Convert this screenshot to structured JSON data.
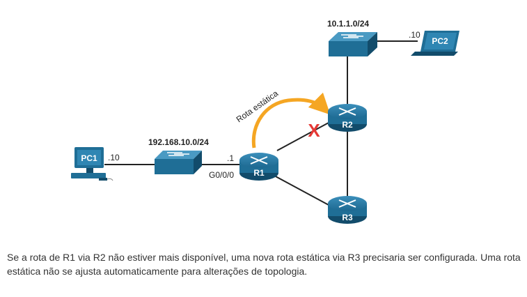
{
  "networks": {
    "lan_left": "192.168.10.0/24",
    "lan_top": "10.1.1.0/24"
  },
  "devices": {
    "pc1": {
      "label": "PC1",
      "host": ".10"
    },
    "pc2": {
      "label": "PC2",
      "host": ".10"
    },
    "r1": {
      "label": "R1",
      "address": ".1",
      "interface": "G0/0/0"
    },
    "r2": {
      "label": "R2"
    },
    "r3": {
      "label": "R3"
    }
  },
  "static_route_label": "Rota estática",
  "failed_link_marker": "X",
  "colors": {
    "device_blue": "#1f6e96",
    "device_dark": "#124c6b",
    "arrow": "#f5a623",
    "failure": "#e53935",
    "link": "#222222"
  },
  "caption": "Se a rota de R1 via R2 não estiver mais disponível, uma nova rota estática via R3 precisaria ser configurada. Uma rota estática não se ajusta automaticamente para alterações de topologia."
}
